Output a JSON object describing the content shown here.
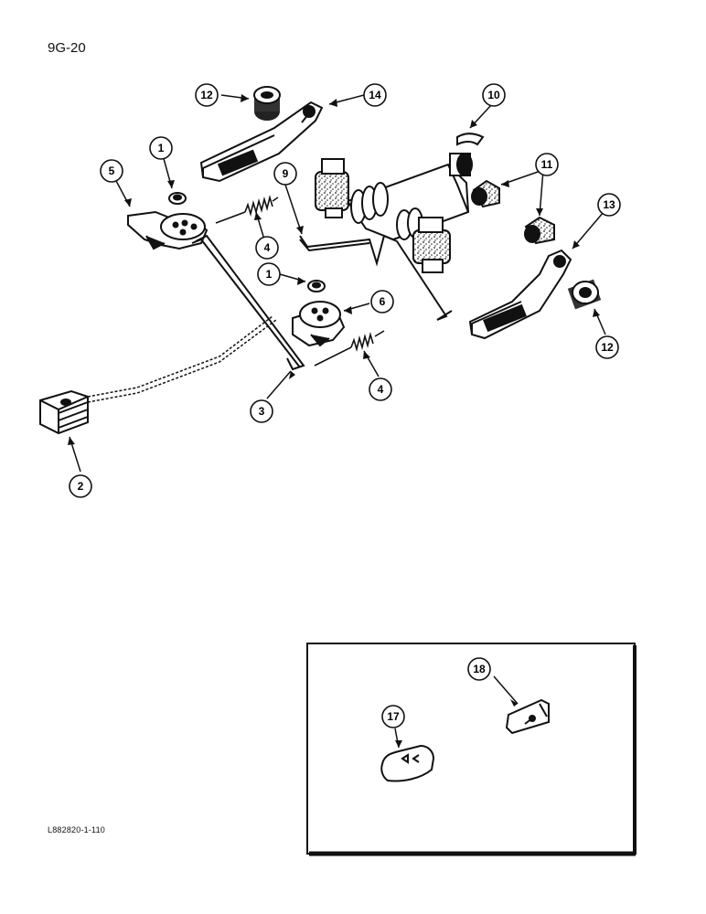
{
  "page_number": "9G-20",
  "figure_code": "L882820-1-110",
  "callouts": [
    "12",
    "14",
    "10",
    "1",
    "5",
    "9",
    "11",
    "13",
    "4",
    "1",
    "6",
    "12",
    "3",
    "4",
    "2",
    "18",
    "17"
  ]
}
